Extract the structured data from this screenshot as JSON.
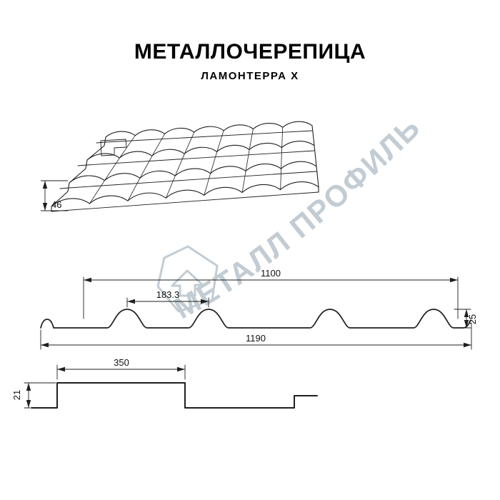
{
  "header": {
    "title": "МЕТАЛЛОЧЕРЕПИЦА",
    "subtitle": "Ламонтерра X"
  },
  "watermark": {
    "text": "МЕТАЛЛ ПРОФИЛЬ"
  },
  "dims": {
    "perspective_step_height": "46",
    "cover_width": "1100",
    "wave_pitch": "183.3",
    "profile_height": "25",
    "overall_width": "1190",
    "module_length": "350",
    "step_height": "21"
  },
  "colors": {
    "line": "#1f1f1f",
    "watermark": "#b9c4cc",
    "background": "#ffffff"
  }
}
